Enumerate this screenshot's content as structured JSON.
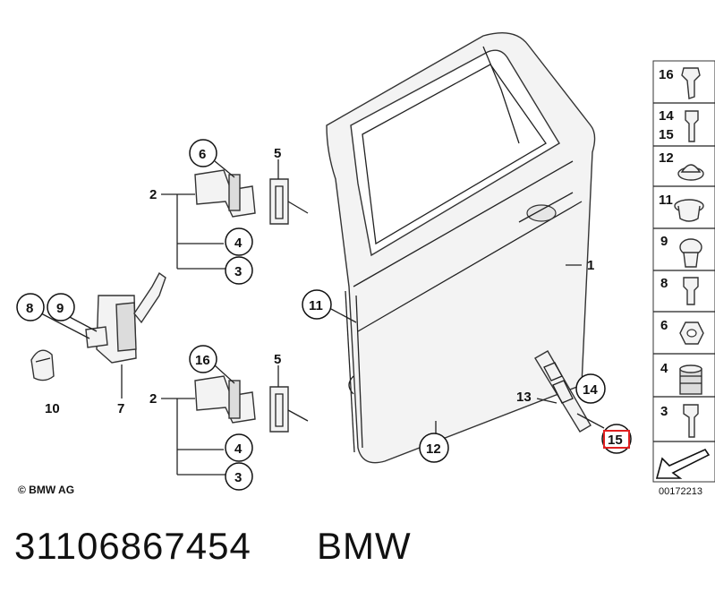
{
  "callouts": {
    "door_shell": "1",
    "hinge_upper": "2",
    "hinge_lower": "2",
    "bolt_upper": "3",
    "bolt_lower": "3",
    "plug_upper": "4",
    "plug_lower": "4",
    "shim_upper": "5",
    "shim_lower": "5",
    "nut": "6",
    "check_strap": "7",
    "screw": "8",
    "fillister": "9",
    "cap": "10",
    "weather_seal": "11",
    "grommet": "12",
    "bracket": "13",
    "bracket_bolt": "14",
    "bracket_screw": "15",
    "hinge_bolt": "16"
  },
  "legend_items": [
    {
      "label": "16"
    },
    {
      "label": "14\n15"
    },
    {
      "label": "12"
    },
    {
      "label": "11"
    },
    {
      "label": "9"
    },
    {
      "label": "8"
    },
    {
      "label": "6"
    },
    {
      "label": "4"
    },
    {
      "label": "3"
    }
  ],
  "footer": {
    "copyright": "© BMW AG",
    "diagram_id": "00172213",
    "part_number": "31106867454",
    "brand": "BMW"
  },
  "colors": {
    "highlight": "#e02020"
  }
}
